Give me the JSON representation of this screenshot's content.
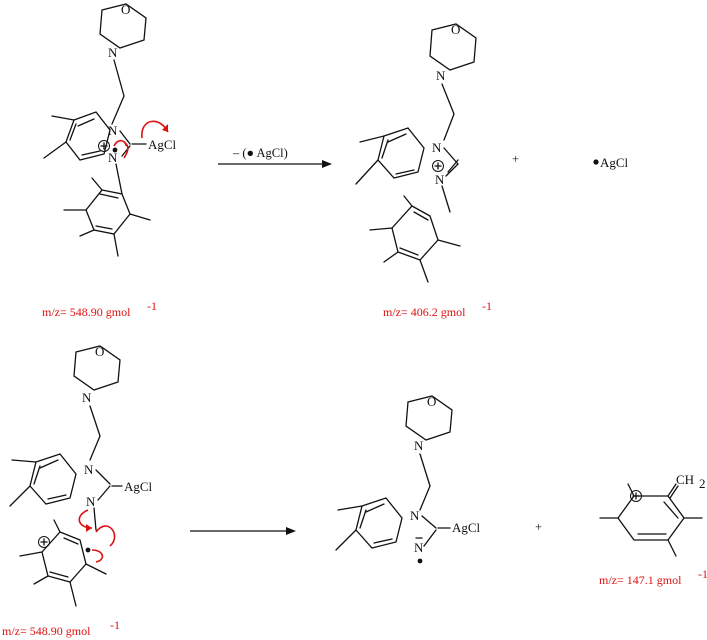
{
  "scheme": {
    "reaction1": {
      "reagent_label": "– (● AgCl)",
      "plus": "+",
      "byproduct": "AgCl",
      "mz_start": "m/z= 548.90 gmol",
      "mz_product": "m/z= 406.2 gmol",
      "unit_exp": "-1"
    },
    "reaction2": {
      "plus": "+",
      "mz_start": "m/z= 548.90 gmol",
      "mz_fragment": "m/z= 147.1 gmol",
      "unit_exp": "-1",
      "ch2_label": "CH",
      "ch2_sub": "2"
    },
    "atoms": {
      "O": "O",
      "N": "N",
      "AgCl": "AgCl"
    },
    "colors": {
      "annotation": "#d11111",
      "ink": "#111111"
    }
  }
}
